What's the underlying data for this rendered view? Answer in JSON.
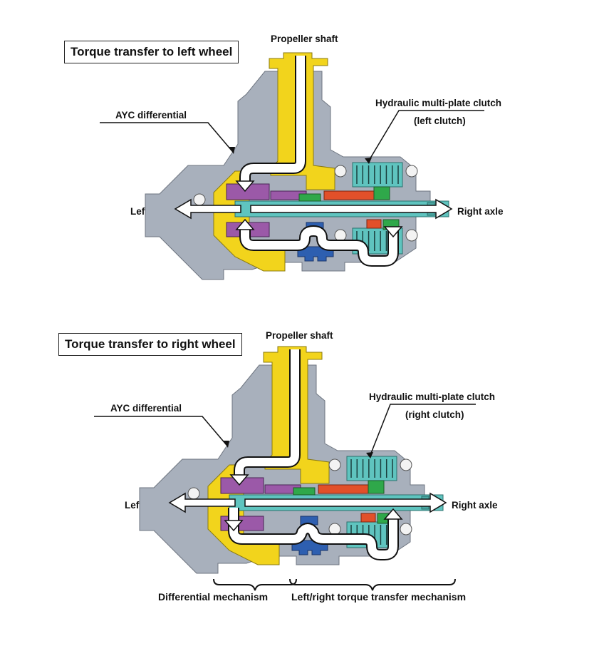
{
  "panels": [
    {
      "id": "left",
      "title": "Torque transfer to left wheel",
      "labels": {
        "propeller_shaft": "Propeller shaft",
        "ayc_differential": "AYC differential",
        "clutch_name": "Hydraulic multi-plate clutch",
        "clutch_side": "(left clutch)",
        "left_axle": "Left axle",
        "right_axle": "Right axle"
      },
      "active_clutch": "left"
    },
    {
      "id": "right",
      "title": "Torque transfer to right wheel",
      "labels": {
        "propeller_shaft": "Propeller shaft",
        "ayc_differential": "AYC differential",
        "clutch_name": "Hydraulic multi-plate clutch",
        "clutch_side": "(right clutch)",
        "left_axle": "Left axle",
        "right_axle": "Right axle"
      },
      "active_clutch": "right"
    }
  ],
  "bottom_labels": {
    "differential_mechanism": "Differential mechanism",
    "torque_transfer_mechanism": "Left/right torque transfer mechanism"
  },
  "colors": {
    "housing": "#a8b0bc",
    "drive_gear": "#f2d41c",
    "differential_gear": "#9b59a8",
    "shaft": "#5fc4bf",
    "clutch_hub": "#e2502a",
    "clutch_piston": "#2fa84a",
    "planetary": "#2e5fb0",
    "flow_arrow": "#ffffff",
    "outline": "#111111"
  }
}
